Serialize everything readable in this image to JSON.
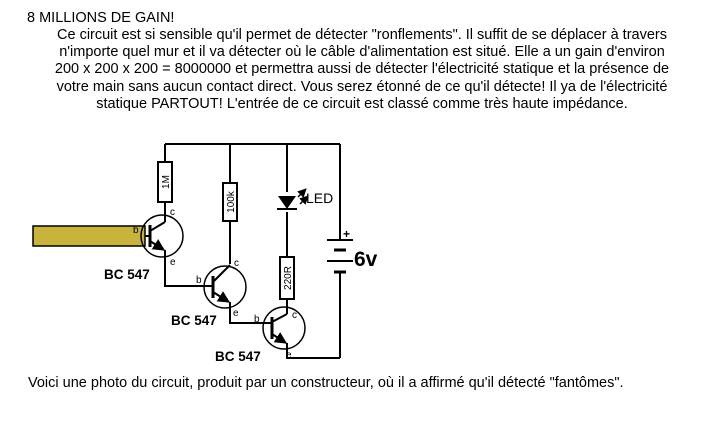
{
  "header": {
    "title": "8 MILLIONS  DE GAIN!"
  },
  "description": {
    "lines": [
      "Ce circuit est si sensible qu'il permet de détecter \"ronflements\".  Il suffit de se déplacer à travers",
      "n'importe quel mur et il va détecter où le câble d'alimentation est situé. Elle a un gain d'environ",
      "200 x 200 x 200 = 8000000 et permettra  aussi de détecter l'électricité statique et la présence de",
      "votre main sans aucun  contact direct. Vous serez étonné de ce qu'il détecte! Il  ya de l'électricité",
      "statique PARTOUT!  L'entrée de ce circuit est classé comme très haute impédance."
    ]
  },
  "circuit": {
    "resistors": {
      "r1": "1M",
      "r2": "100k",
      "r3": "220R"
    },
    "led_label": "LED",
    "battery": {
      "voltage": "6v",
      "plus": "+"
    },
    "transistors": {
      "q1": "BC 547",
      "q2": "BC 547",
      "q3": "BC 547"
    },
    "pins": {
      "base": "b",
      "collector": "c",
      "emitter": "e"
    },
    "colors": {
      "probe_fill": "#c8b43c",
      "wire": "#000000"
    }
  },
  "caption": "Voici une photo du circuit, produit par un constructeur,  où il a affirmé qu'il détecté \"fantômes\"."
}
